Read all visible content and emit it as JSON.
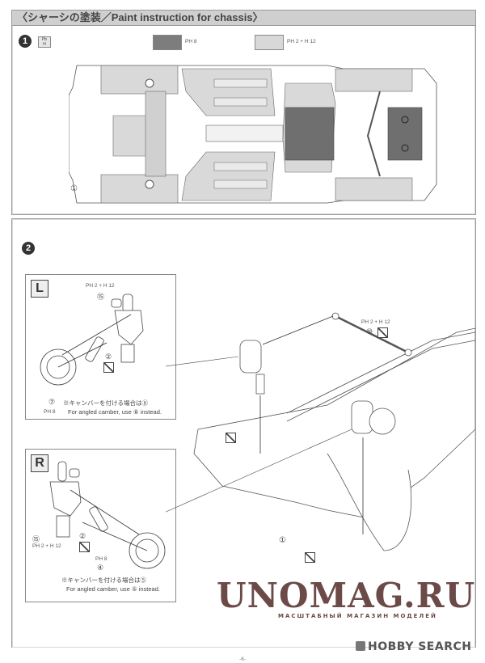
{
  "section_title": "〈シャーシの塗装／Paint instruction for chassis〉",
  "step1": {
    "number": "1",
    "icon": "paint-mask-icon",
    "paint_legend": [
      {
        "color": "#7d7d7d",
        "label": "PH 8"
      },
      {
        "color": "#d8d8d8",
        "label": "PH 2 + H 12"
      }
    ],
    "part_label": "①"
  },
  "step2": {
    "number": "2",
    "inset_left": {
      "side": "L",
      "paint_top": "PH 2 + H 12",
      "part_152": "⑮",
      "part_2": "②",
      "no_glue_icon": "no-glue-icon",
      "part_7": "⑦",
      "paint_bottom": "PH 8",
      "note_jp": "※キャンバーを付ける場合は⑧",
      "note_en": "For angled camber, use ⑧ instead."
    },
    "inset_right": {
      "side": "R",
      "part_152": "⑮",
      "paint_side": "PH 2 + H 12",
      "part_2": "②",
      "no_glue_icon": "no-glue-icon",
      "paint_mid": "PH 8",
      "part_4": "④",
      "note_jp": "※キャンバーを付ける場合は⑤",
      "note_en": "For angled camber, use ⑤ instead."
    },
    "main": {
      "paint_rod": "PH 2 + H 12",
      "part_10": "⑩",
      "part_1": "①"
    }
  },
  "watermark": {
    "title": "UNOMAG.RU",
    "subtitle": "МАСШТАБНЫЙ МАГАЗИН МОДЕЛЕЙ",
    "brand": "HOBBY SEARCH",
    "brand_color": "#6b4a48"
  },
  "page_number": "-6-"
}
